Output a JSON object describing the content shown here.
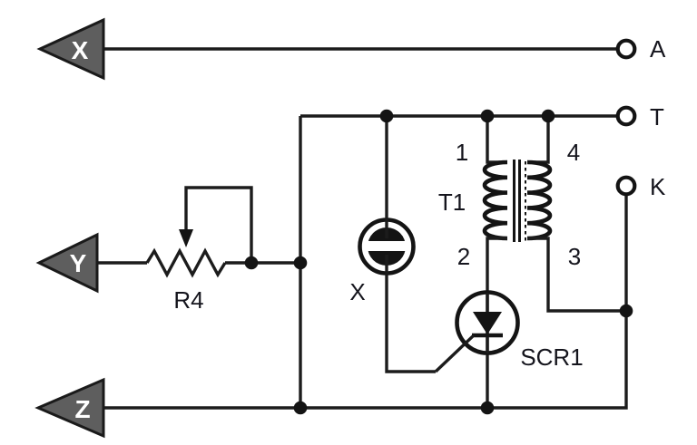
{
  "diagram": {
    "kind": "circuit-schematic",
    "inputs": [
      {
        "label": "X"
      },
      {
        "label": "Y"
      },
      {
        "label": "Z"
      }
    ],
    "terminals": [
      {
        "label": "A"
      },
      {
        "label": "T"
      },
      {
        "label": "K"
      }
    ],
    "components": {
      "potentiometer": {
        "label": "R4"
      },
      "transformer": {
        "label": "T1",
        "pins": [
          "1",
          "2",
          "3",
          "4"
        ]
      },
      "flash_tube": {
        "label": "X"
      },
      "scr": {
        "label": "SCR1"
      }
    },
    "colors": {
      "wire": "#1c1c1c",
      "label": "#15151d",
      "arrow_fill": "#5e5e5e",
      "arrow_letter": "#ffffff",
      "background": "#ffffff"
    }
  }
}
